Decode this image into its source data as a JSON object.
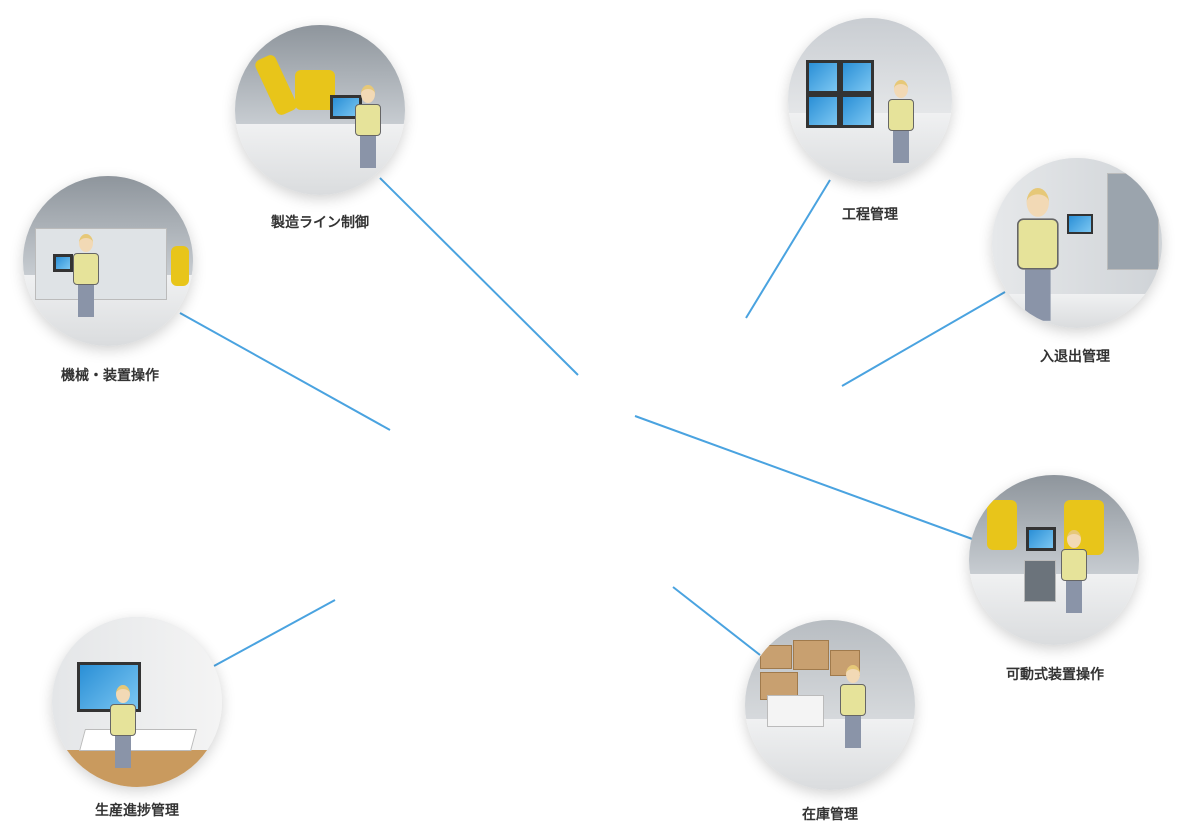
{
  "line_color": "#4aa3e0",
  "nodes": [
    {
      "id": "line-control",
      "label": "製造ライン制御",
      "icon": "robot-arm-line-illustration"
    },
    {
      "id": "process",
      "label": "工程管理",
      "icon": "video-wall-illustration"
    },
    {
      "id": "machine",
      "label": "機械・装置操作",
      "icon": "machine-terminal-illustration"
    },
    {
      "id": "access",
      "label": "入退出管理",
      "icon": "wall-tablet-illustration"
    },
    {
      "id": "mobile",
      "label": "可動式装置操作",
      "icon": "mobile-cart-illustration"
    },
    {
      "id": "progress",
      "label": "生産進捗管理",
      "icon": "large-display-illustration"
    },
    {
      "id": "inventory",
      "label": "在庫管理",
      "icon": "warehouse-illustration"
    }
  ]
}
